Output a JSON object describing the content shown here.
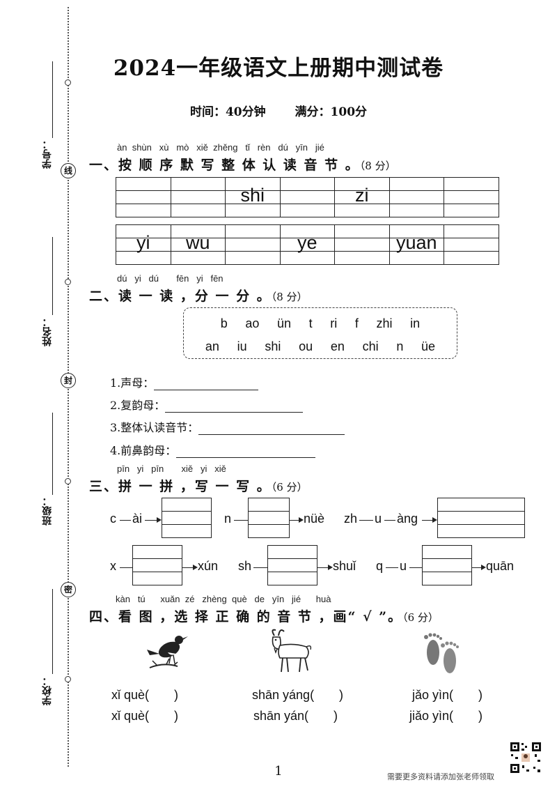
{
  "title": "2024一年级语文上册期中测试卷",
  "subtitle": {
    "time": "时间：40分钟",
    "full": "满分：100分"
  },
  "margin": {
    "labels": [
      "学号：",
      "姓名：",
      "班级：",
      "学校："
    ],
    "seals": [
      "线",
      "封",
      "密"
    ]
  },
  "sections": {
    "s1": {
      "pinyin": [
        "àn",
        "shùn",
        "xù",
        "mò",
        "xiě",
        "zhěng",
        "tǐ",
        "rèn",
        "dú",
        "yīn",
        "jié"
      ],
      "title": "一、按 顺 序 默 写 整 体 认 读 音 节 。",
      "score": "（8 分）",
      "row1": [
        "",
        "",
        "shi",
        "",
        "zi",
        "",
        ""
      ],
      "row2": [
        "yi",
        "wu",
        "",
        "ye",
        "",
        "yuan",
        ""
      ]
    },
    "s2": {
      "pinyin": [
        "dú",
        "yi",
        "dú",
        "fēn",
        "yi",
        "fēn"
      ],
      "title": "二、读 一 读 ，分 一 分 。",
      "score": "（8 分）",
      "row1": [
        "b",
        "ao",
        "ün",
        "t",
        "ri",
        "f",
        "zhi",
        "in"
      ],
      "row2": [
        "an",
        "iu",
        "shi",
        "ou",
        "en",
        "chi",
        "n",
        "üe"
      ],
      "questions": [
        "1.声母：",
        "2.复韵母：",
        "3.整体认读音节：",
        "4.前鼻韵母："
      ]
    },
    "s3": {
      "pinyin": [
        "pīn",
        "yi",
        "pīn",
        "xiě",
        "yi",
        "xiě"
      ],
      "title": "三、拼 一 拼 ，写 一 写 。",
      "score": "（6 分）",
      "items": {
        "c": "c",
        "ai": "ài",
        "n": "n",
        "nue": "nüè",
        "zh": "zh",
        "u": "u",
        "ang": "àng",
        "x": "x",
        "xun": "xún",
        "sh": "sh",
        "shui": "shuǐ",
        "q": "q",
        "u2": "u",
        "quan": "quān"
      }
    },
    "s4": {
      "pinyin": [
        "kàn",
        "tú",
        "xuǎn",
        "zé",
        "zhèng",
        "què",
        "de",
        "yīn",
        "jié",
        "huà"
      ],
      "title": "四、看 图 ，选 择 正 确 的 音 节 ，画“ √ ”。",
      "score": "（6 分）",
      "choices": [
        [
          "xǐ què(　　)",
          "xǐ què(　　)"
        ],
        [
          "shān yáng(　　)",
          "shān yán(　　)"
        ],
        [
          "jǎo yìn(　　)",
          "jiǎo yìn(　　)"
        ]
      ]
    }
  },
  "page_number": "1",
  "footer": "需要更多资料请添加张老师领取"
}
